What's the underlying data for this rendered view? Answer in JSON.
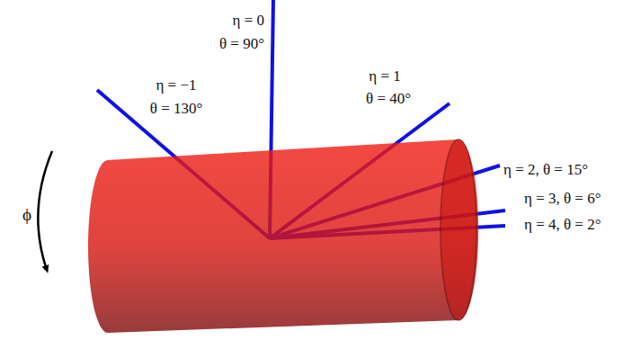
{
  "diagram": {
    "labels": [
      "η = 0",
      "θ = 90°",
      "η = −1",
      "θ = 130°",
      "η = 1",
      "θ = 40°",
      "η = 2,  θ = 15°",
      "η = 3,  θ = 6°",
      "η = 4,  θ = 2°",
      "ϕ"
    ]
  }
}
